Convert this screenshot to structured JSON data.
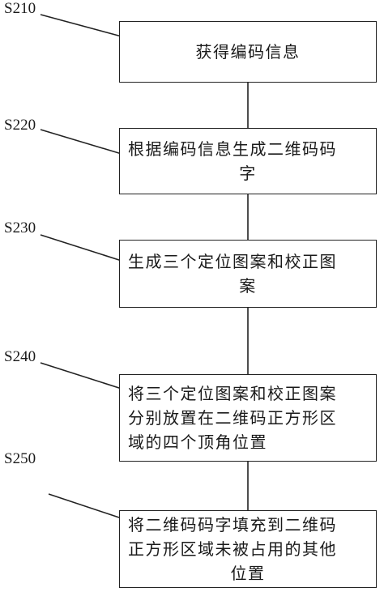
{
  "steps": [
    {
      "id": "S210",
      "lines": [
        "获得编码信息"
      ]
    },
    {
      "id": "S220",
      "lines": [
        "根据编码信息生成二维码码",
        "字"
      ]
    },
    {
      "id": "S230",
      "lines": [
        "生成三个定位图案和校正图",
        "案"
      ]
    },
    {
      "id": "S240",
      "lines": [
        "将三个定位图案和校正图案",
        "分别放置在二维码正方形区",
        "域的四个顶角位置"
      ]
    },
    {
      "id": "S250",
      "lines": [
        "将二维码码字填充到二维码",
        "正方形区域未被占用的其他",
        "位置"
      ]
    }
  ]
}
